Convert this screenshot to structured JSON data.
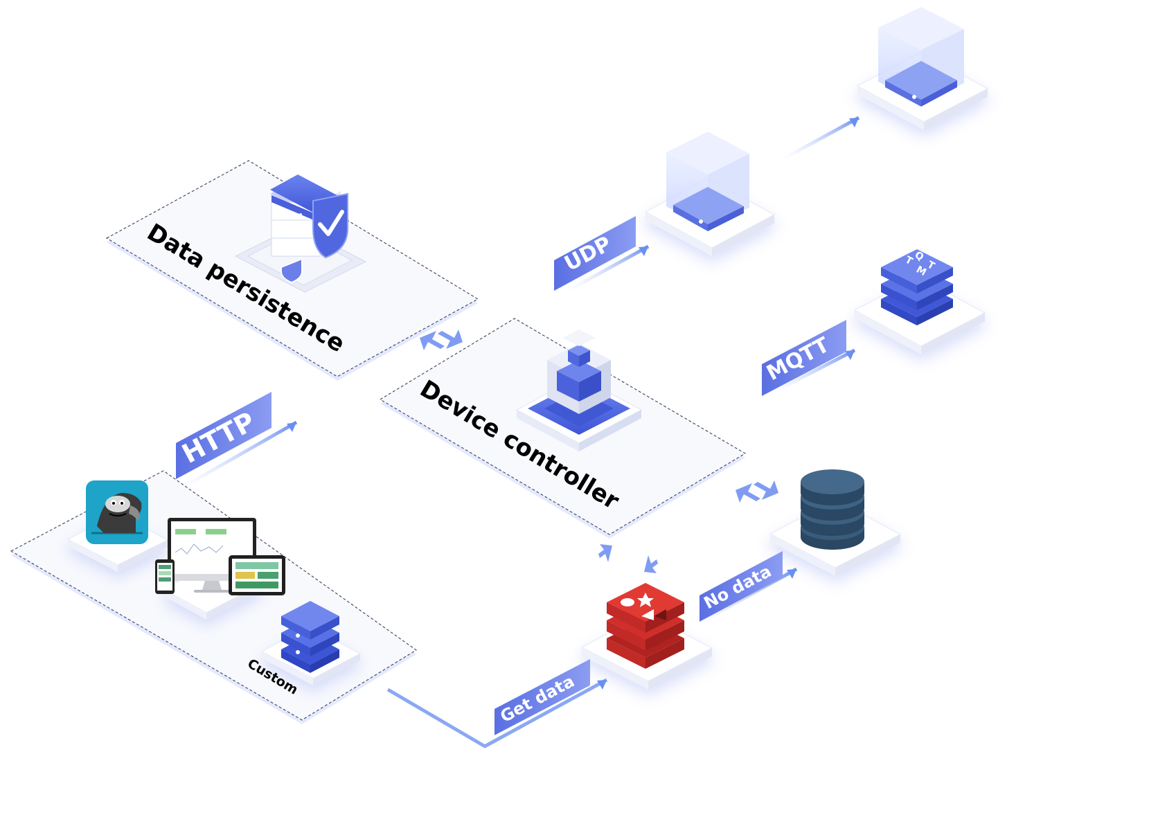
{
  "platforms": {
    "data_persistence": "Data persistence",
    "device_controller": "Device controller",
    "custom": "Custom"
  },
  "protocols": {
    "http": "HTTP",
    "udp": "UDP",
    "mqtt": "MQTT",
    "get_data": "Get data",
    "no_data": "No data"
  },
  "icons": {
    "mqtt_letters": [
      "M",
      "Q",
      "T",
      "T"
    ]
  },
  "colors": {
    "accent": "#4f63e0",
    "accent_light": "#8fa5f5",
    "redis_red": "#d8312c",
    "db_dark": "#2f506d",
    "app_teal": "#1da4c8"
  }
}
